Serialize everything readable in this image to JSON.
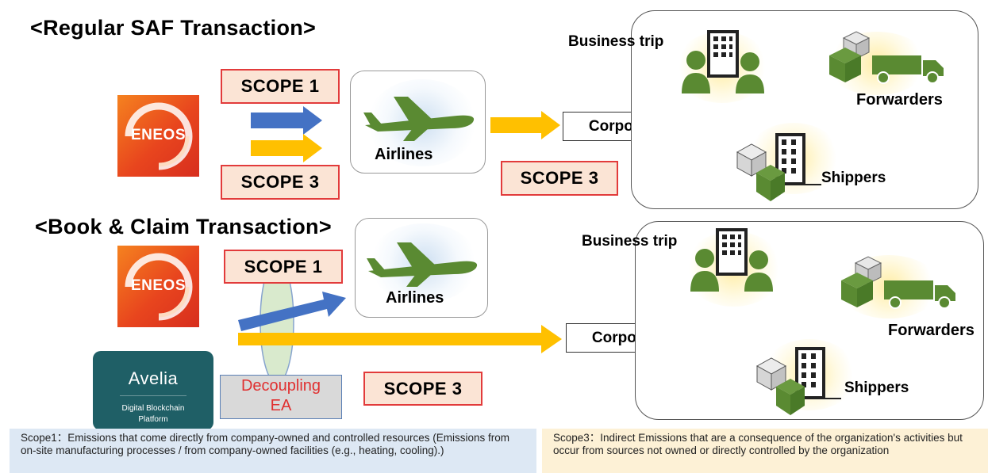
{
  "regular": {
    "title": "<Regular SAF Transaction>",
    "scope1": "SCOPE 1",
    "scope3_left": "SCOPE 3",
    "scope3_right": "SCOPE 3",
    "airlines": "Airlines",
    "corporate": "Corporate customers",
    "business_trip": "Business trip",
    "forwarders": "Forwarders",
    "shippers": "Shippers",
    "eneos": "ENEOS"
  },
  "book_claim": {
    "title": "<Book & Claim Transaction>",
    "scope1": "SCOPE 1",
    "scope3": "SCOPE 3",
    "airlines": "Airlines",
    "corporate": "Corporate customers",
    "business_trip": "Business trip",
    "forwarders": "Forwarders",
    "shippers": "Shippers",
    "eneos": "ENEOS",
    "avelia_brand": "Avelia",
    "avelia_sub": "Digital Blockchain Platform",
    "decoupling": "Decoupling EA"
  },
  "notes": {
    "scope1": "Scope1：Emissions that come directly from company-owned and controlled resources (Emissions from on-site manufacturing processes / from company-owned facilities (e.g., heating, cooling).)",
    "scope3": "Scope3：Indirect Emissions that are a consequence of the organization's activities but occur from sources not owned or directly controlled by the organization"
  },
  "colors": {
    "scope1_arrow": "#4472c4",
    "scope3_arrow": "#ffc000",
    "scope_box_fill": "#fbe4d5",
    "scope_box_border": "#e23b3b",
    "icon_green": "#5a8a32",
    "decoupling_text": "#e03030",
    "avelia_bg": "#1f5f66",
    "note1_bg": "#dde8f4",
    "note3_bg": "#fdf1d6"
  }
}
